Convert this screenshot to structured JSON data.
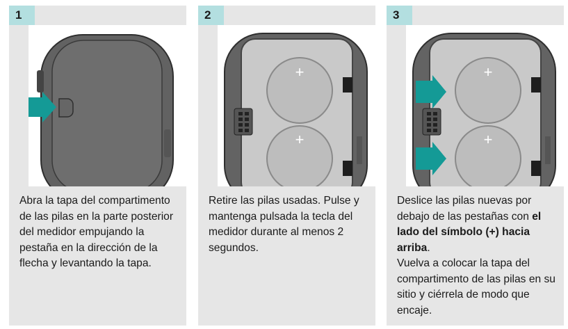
{
  "steps": [
    {
      "number": "1",
      "text": "Abra la tapa del compartimento de las pilas en la parte posterior del medidor empujando la pestaña en la dirección de la flecha y levantando la tapa."
    },
    {
      "number": "2",
      "text": "Retire las pilas usadas. Pulse y mantenga pulsada la tecla del medidor durante al menos 2 segundos."
    },
    {
      "number": "3",
      "text_before": "Deslice las pilas nuevas por debajo de las pestañas con ",
      "text_bold": "el lado del símbolo (+) hacia arriba",
      "text_after": ".",
      "text_second": "Vuelva a colocar la tapa del compartimento de las pilas en su sitio y ciérrela de modo que encaje."
    }
  ],
  "illustration": {
    "plus_symbol": "+",
    "colors": {
      "badge": "#b3dfe0",
      "panel": "#e6e6e6",
      "arrow": "#149a96",
      "device": "#5a5a5a"
    }
  }
}
